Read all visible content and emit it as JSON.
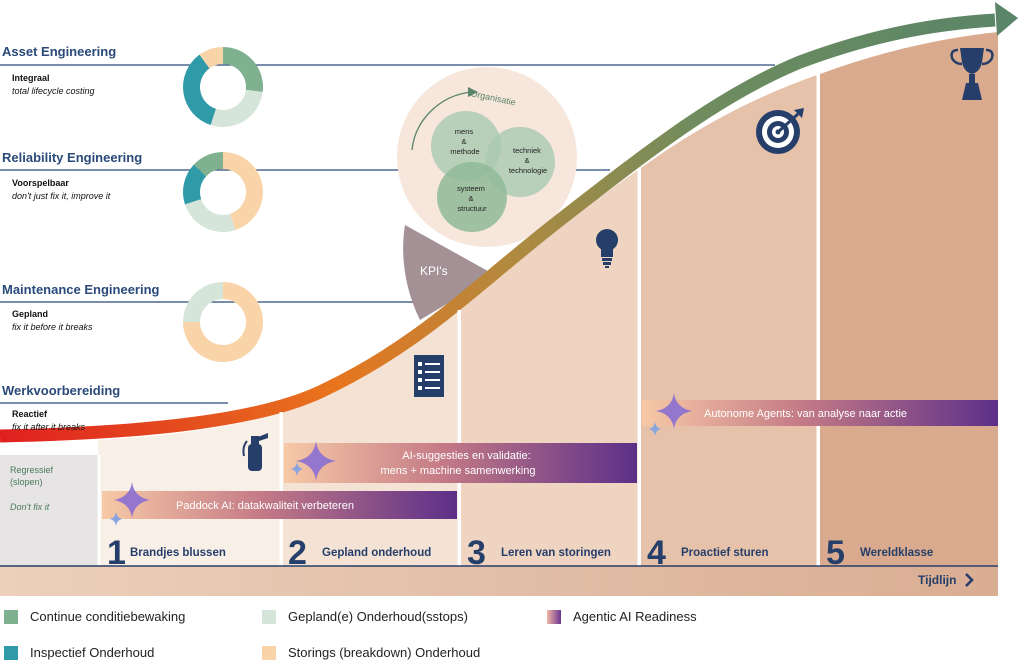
{
  "levels": [
    {
      "title": "Asset Engineering",
      "subtitle": "Integraal",
      "description": "total lifecycle costing"
    },
    {
      "title": "Reliability Engineering",
      "subtitle": "Voorspelbaar",
      "description": "don't just fix it, improve it"
    },
    {
      "title": "Maintenance Engineering",
      "subtitle": "Gepland",
      "description": "fix it before it breaks"
    },
    {
      "title": "Werkvoorbereiding",
      "subtitle": "Reactief",
      "description": "fix it after it breaks"
    }
  ],
  "regressive": {
    "label": "Regressief",
    "sub": "(slopen)",
    "note": "Don't fix it"
  },
  "stages": [
    {
      "num": "1",
      "label": "Brandjes blussen"
    },
    {
      "num": "2",
      "label": "Gepland onderhoud"
    },
    {
      "num": "3",
      "label": "Leren van storingen"
    },
    {
      "num": "4",
      "label": "Proactief sturen"
    },
    {
      "num": "5",
      "label": "Wereldklasse"
    }
  ],
  "ai_bars": [
    {
      "text": "Paddock AI: datakwaliteit verbeteren"
    },
    {
      "line1": "AI-suggesties en validatie:",
      "line2": "mens + machine samenwerking"
    },
    {
      "text": "Autonome Agents: van analyse naar actie"
    }
  ],
  "organisation": {
    "arc_label": "Organisatie",
    "circles": [
      {
        "lines": [
          "mens",
          "&",
          "methode"
        ]
      },
      {
        "lines": [
          "techniek",
          "&",
          "technologie"
        ]
      },
      {
        "lines": [
          "systeem",
          "&",
          "structuur"
        ]
      }
    ]
  },
  "kpi_label": "KPI's",
  "timeline_label": "Tijdlijn",
  "donuts": [
    {
      "segments": [
        {
          "key": "continuous",
          "value": 27
        },
        {
          "key": "planned",
          "value": 28
        },
        {
          "key": "inspection",
          "value": 35
        },
        {
          "key": "breakdown",
          "value": 10
        }
      ]
    },
    {
      "segments": [
        {
          "key": "breakdown",
          "value": 45
        },
        {
          "key": "planned",
          "value": 25
        },
        {
          "key": "inspection",
          "value": 17
        },
        {
          "key": "continuous",
          "value": 13
        }
      ]
    },
    {
      "segments": [
        {
          "key": "breakdown",
          "value": 75
        },
        {
          "key": "planned",
          "value": 25
        }
      ]
    }
  ],
  "legend": [
    {
      "key": "continuous",
      "label": "Continue conditiebewaking",
      "color": "#7fb08f"
    },
    {
      "key": "planned",
      "label": "Gepland(e) Onderhoud(sstops)",
      "color": "#d6e5d9"
    },
    {
      "key": "agentic",
      "label": "Agentic AI Readiness",
      "color": "#7a3e8e"
    },
    {
      "key": "inspection",
      "label": "Inspectief Onderhoud",
      "color": "#2f9aa8"
    },
    {
      "key": "breakdown",
      "label": "Storings (breakdown) Onderhoud",
      "color": "#f9d4a8"
    }
  ],
  "colors": {
    "navy": "#253e6a",
    "arrow_green": "#5a8568",
    "arrow_red": "#e01f1f",
    "arrow_orange": "#e8751e",
    "column_light": "#f3e2d2",
    "column_dark": "#d9a98a",
    "timeline_bar": "#ddbaa4"
  },
  "icons": [
    "fire-extinguisher-icon",
    "checklist-icon",
    "lightbulb-icon",
    "target-icon",
    "trophy-icon",
    "sparkle-icon"
  ]
}
